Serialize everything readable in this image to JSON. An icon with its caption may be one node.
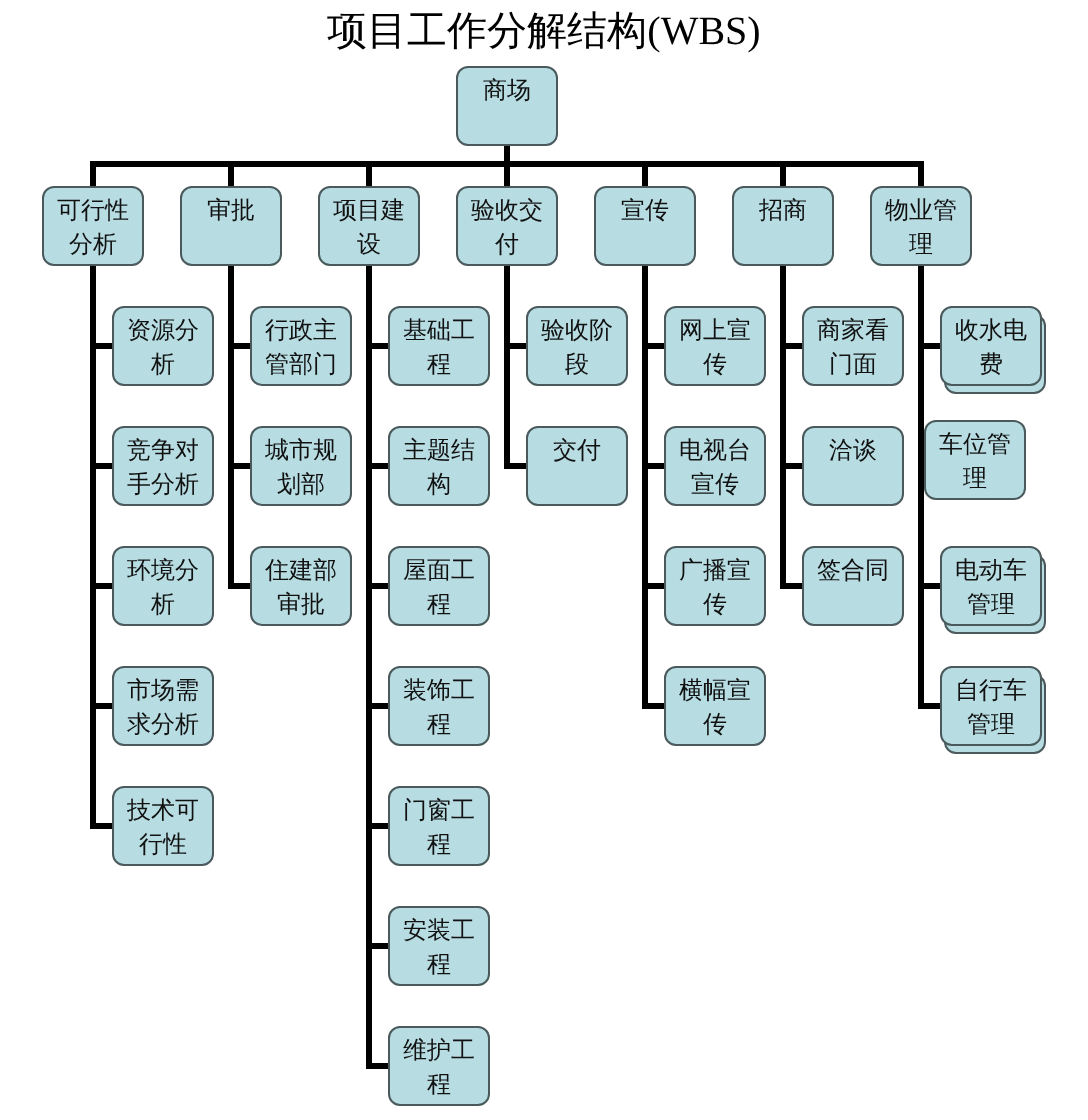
{
  "diagram": {
    "title": "项目工作分解结构(WBS)",
    "nodes": [
      {
        "text": [
          "商场"
        ]
      },
      {
        "text": [
          "可行性分析"
        ]
      },
      {
        "text": [
          "审批"
        ]
      },
      {
        "text": [
          "项目建设"
        ]
      },
      {
        "text": [
          "验收交付"
        ]
      },
      {
        "text": [
          "宣传"
        ]
      },
      {
        "text": [
          "招商"
        ]
      },
      {
        "text": [
          "物业管理"
        ]
      },
      {
        "text": [
          "资源分析"
        ]
      },
      {
        "text": [
          "竞争对手分析"
        ]
      },
      {
        "text": [
          "环境分析"
        ]
      },
      {
        "text": [
          "市场需求分析"
        ]
      },
      {
        "text": [
          "技术可行性"
        ]
      },
      {
        "text": [
          "行政主管部门"
        ]
      },
      {
        "text": [
          "城市规划部"
        ]
      },
      {
        "text": [
          "住建部审批"
        ]
      },
      {
        "text": [
          "基础工程"
        ]
      },
      {
        "text": [
          "主题结构"
        ]
      },
      {
        "text": [
          "屋面工程"
        ]
      },
      {
        "text": [
          "装饰工程"
        ]
      },
      {
        "text": [
          "门窗工程"
        ]
      },
      {
        "text": [
          "安装工程"
        ]
      },
      {
        "text": [
          "维护工程"
        ]
      },
      {
        "text": [
          "验收阶段"
        ]
      },
      {
        "text": [
          "交付"
        ]
      },
      {
        "text": [
          "网上宣传"
        ]
      },
      {
        "text": [
          "电视台宣传"
        ]
      },
      {
        "text": [
          "广播宣传"
        ]
      },
      {
        "text": [
          "横幅宣传"
        ]
      },
      {
        "text": [
          "商家看门面"
        ]
      },
      {
        "text": [
          "洽谈"
        ]
      },
      {
        "text": [
          "签合同"
        ]
      },
      {
        "text": [
          "收水电费"
        ]
      },
      {
        "text": [
          "车位管理"
        ]
      },
      {
        "text": [
          "电动车管理"
        ]
      },
      {
        "text": [
          "自行车管理"
        ]
      }
    ],
    "edges": [
      {
        "from": 0,
        "to": 1,
        "arrow": "none"
      },
      {
        "from": 0,
        "to": 2,
        "arrow": "none"
      },
      {
        "from": 0,
        "to": 3,
        "arrow": "none"
      },
      {
        "from": 0,
        "to": 4,
        "arrow": "none"
      },
      {
        "from": 0,
        "to": 5,
        "arrow": "none"
      },
      {
        "from": 0,
        "to": 6,
        "arrow": "none"
      },
      {
        "from": 0,
        "to": 7,
        "arrow": "none"
      },
      {
        "from": 1,
        "to": 8,
        "arrow": "none"
      },
      {
        "from": 1,
        "to": 9,
        "arrow": "none"
      },
      {
        "from": 1,
        "to": 10,
        "arrow": "none"
      },
      {
        "from": 1,
        "to": 11,
        "arrow": "none"
      },
      {
        "from": 1,
        "to": 12,
        "arrow": "none"
      },
      {
        "from": 2,
        "to": 13,
        "arrow": "none"
      },
      {
        "from": 2,
        "to": 14,
        "arrow": "none"
      },
      {
        "from": 2,
        "to": 15,
        "arrow": "none"
      },
      {
        "from": 3,
        "to": 16,
        "arrow": "none"
      },
      {
        "from": 3,
        "to": 17,
        "arrow": "none"
      },
      {
        "from": 3,
        "to": 18,
        "arrow": "none"
      },
      {
        "from": 3,
        "to": 19,
        "arrow": "none"
      },
      {
        "from": 3,
        "to": 20,
        "arrow": "none"
      },
      {
        "from": 3,
        "to": 21,
        "arrow": "none"
      },
      {
        "from": 3,
        "to": 22,
        "arrow": "none"
      },
      {
        "from": 4,
        "to": 23,
        "arrow": "none"
      },
      {
        "from": 4,
        "to": 24,
        "arrow": "none"
      },
      {
        "from": 5,
        "to": 25,
        "arrow": "none"
      },
      {
        "from": 5,
        "to": 26,
        "arrow": "none"
      },
      {
        "from": 5,
        "to": 27,
        "arrow": "none"
      },
      {
        "from": 5,
        "to": 28,
        "arrow": "none"
      },
      {
        "from": 6,
        "to": 29,
        "arrow": "none"
      },
      {
        "from": 6,
        "to": 30,
        "arrow": "none"
      },
      {
        "from": 6,
        "to": 31,
        "arrow": "none"
      },
      {
        "from": 7,
        "to": 32,
        "arrow": "none"
      },
      {
        "from": 7,
        "to": 33,
        "arrow": "none"
      },
      {
        "from": 7,
        "to": 34,
        "arrow": "none"
      },
      {
        "from": 7,
        "to": 35,
        "arrow": "none"
      }
    ]
  }
}
